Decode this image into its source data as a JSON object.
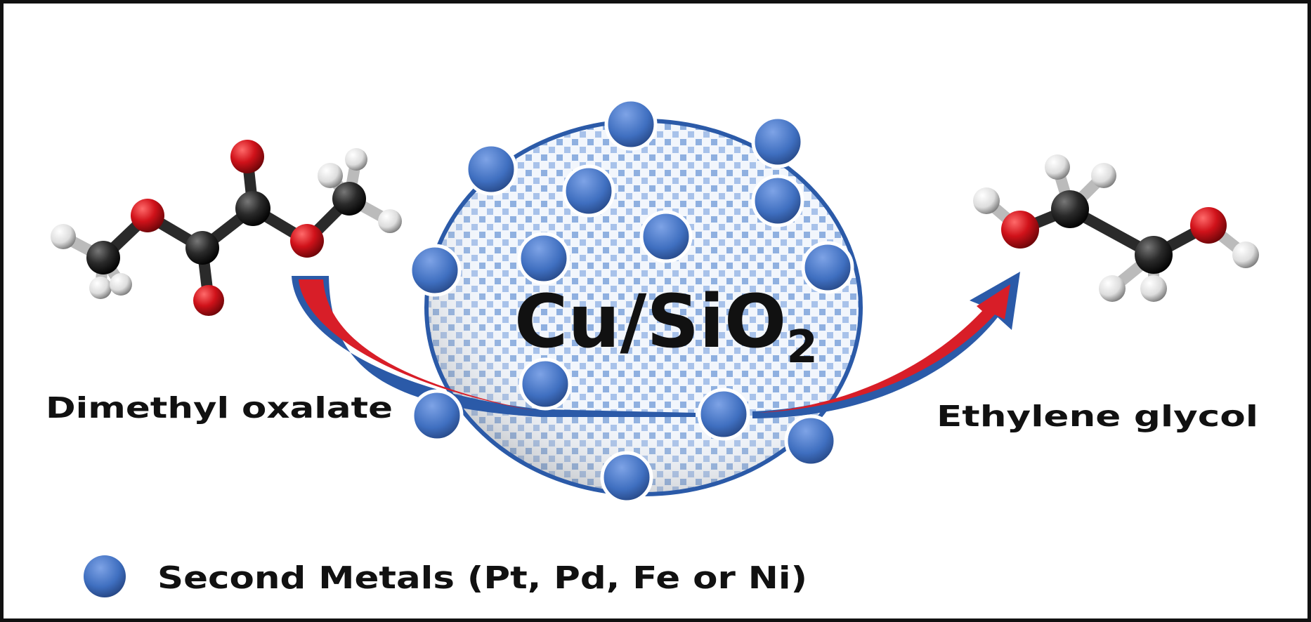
{
  "reactant": {
    "label": "Dimethyl oxalate"
  },
  "product": {
    "label": "Ethylene glycol"
  },
  "catalyst": {
    "label": "Cu/SiO",
    "subscript": "2"
  },
  "legend": {
    "label": "Second Metals (Pt, Pd, Fe or Ni)",
    "icon": "blue-sphere-icon"
  },
  "colors": {
    "metal": "#3f6fc0",
    "oxygen": "#d0121a",
    "carbon": "#2a2a2a",
    "hydrogen": "#e6e6e6",
    "arrow_red": "#d81e28",
    "arrow_blue": "#2b5aa8",
    "support": "#8fb0e0"
  }
}
